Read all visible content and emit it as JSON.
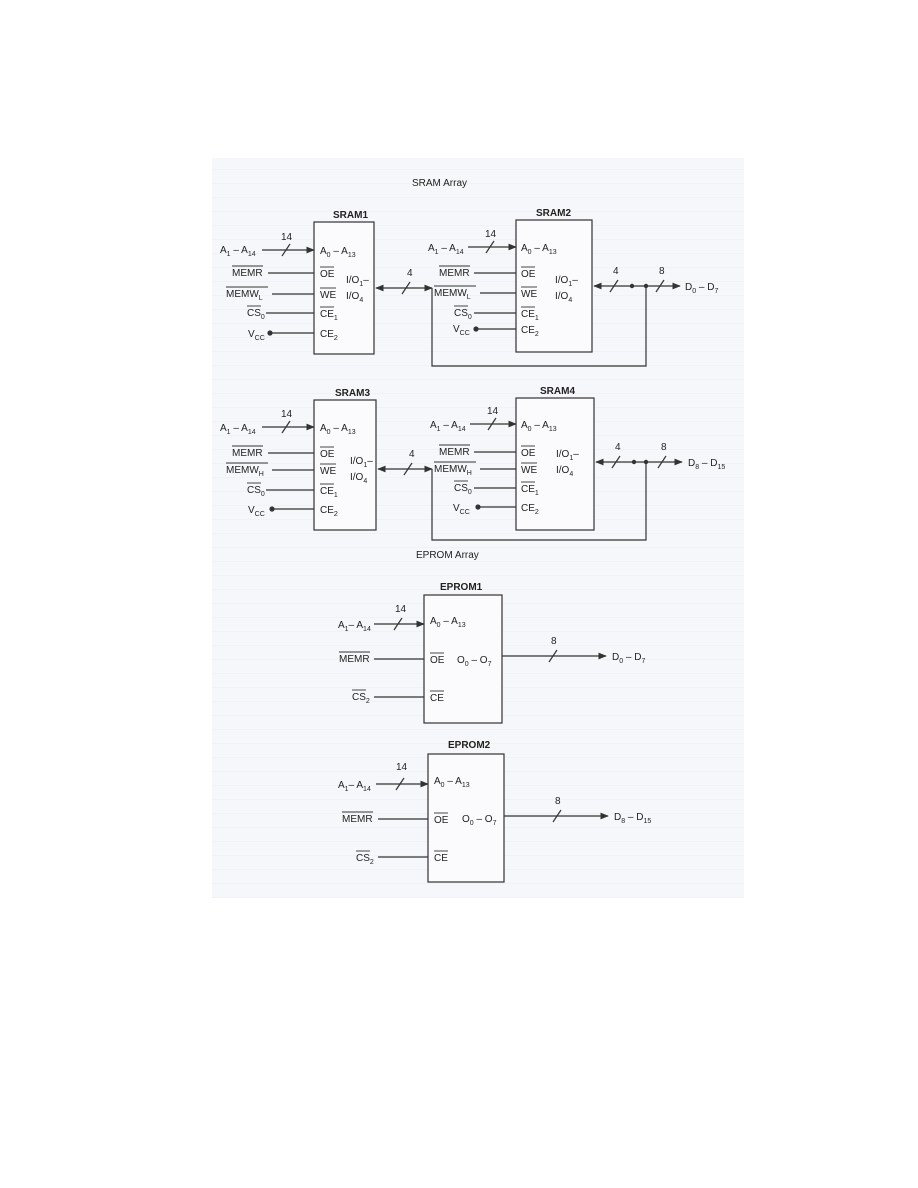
{
  "sections": {
    "sram_array": "SRAM Array",
    "eprom_array": "EPROM Array"
  },
  "chips": {
    "sram1": "SRAM1",
    "sram2": "SRAM2",
    "sram3": "SRAM3",
    "sram4": "SRAM4",
    "eprom1": "EPROM1",
    "eprom2": "EPROM2"
  },
  "bus_widths": {
    "addr": "14",
    "nibble": "4",
    "byte": "8"
  },
  "colors": {
    "ink": "#333333",
    "paper": "#f6f7fa"
  }
}
